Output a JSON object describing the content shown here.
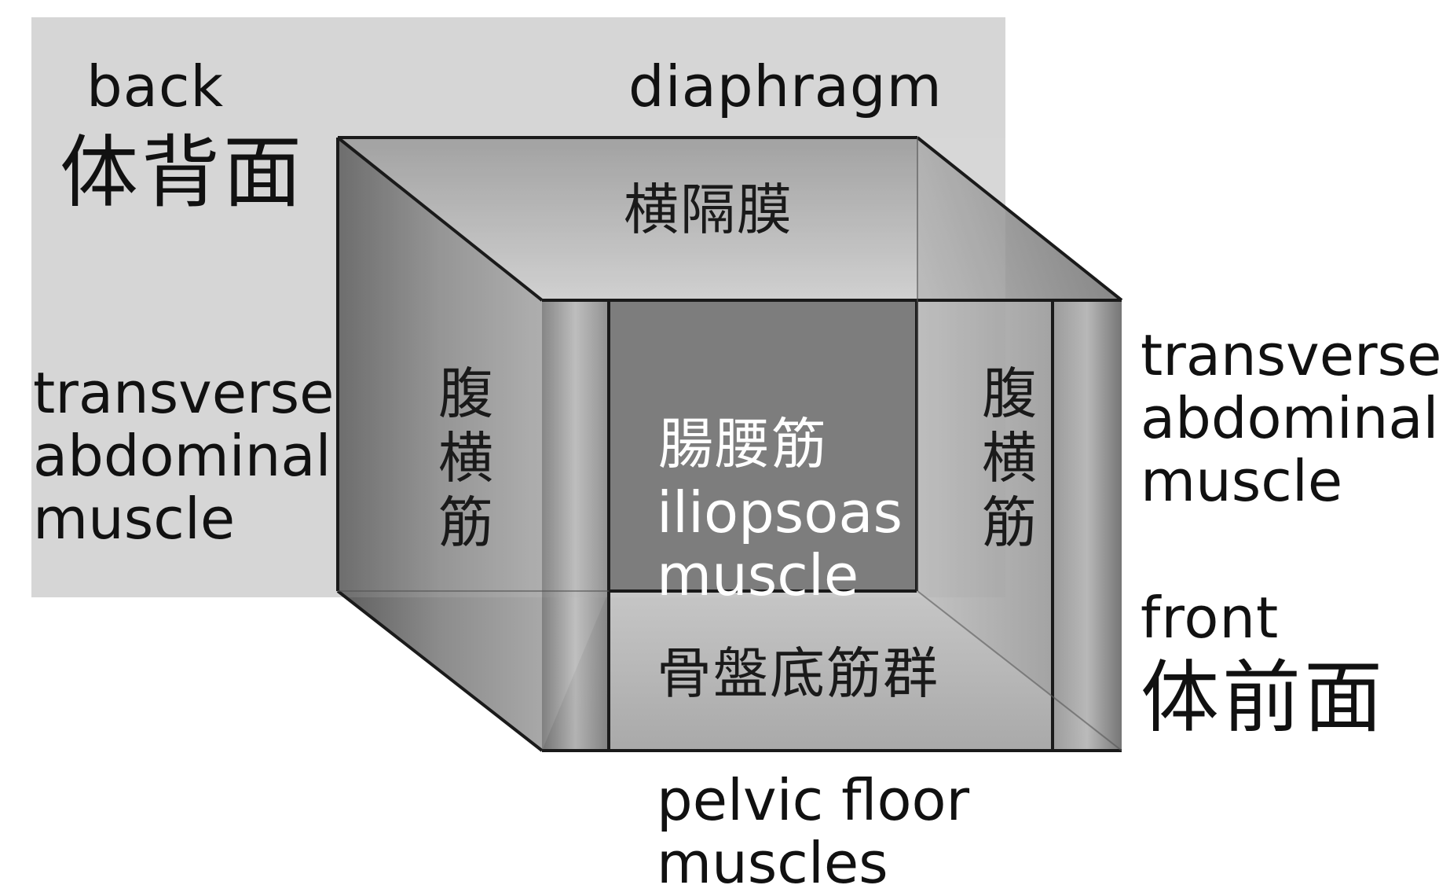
{
  "labels": {
    "back_en": "back",
    "back_jp": "体背面",
    "diaphragm_en": "diaphragm",
    "diaphragm_jp": "横隔膜",
    "left_transverse_en": [
      "transverse",
      "abdominal",
      "muscle"
    ],
    "left_transverse_jp": [
      "腹",
      "横",
      "筋"
    ],
    "right_transverse_en": [
      "transverse",
      "abdominal",
      "muscle"
    ],
    "right_transverse_jp": [
      "腹",
      "横",
      "筋"
    ],
    "iliopsoas_jp": "腸腰筋",
    "iliopsoas_en": [
      "iliopsoas",
      "muscle"
    ],
    "pelvic_jp": "骨盤底筋群",
    "pelvic_en": [
      "pelvic floor",
      "muscles"
    ],
    "front_en": "front",
    "front_jp": "体前面"
  },
  "colors": {
    "back_panel": "#d6d6d6",
    "top_face": "#bdbdbd",
    "left_face": "#8a8a8a",
    "back_face": "#707070",
    "floor_face": "#b4b4b4",
    "edge": "#1a1a1a"
  }
}
